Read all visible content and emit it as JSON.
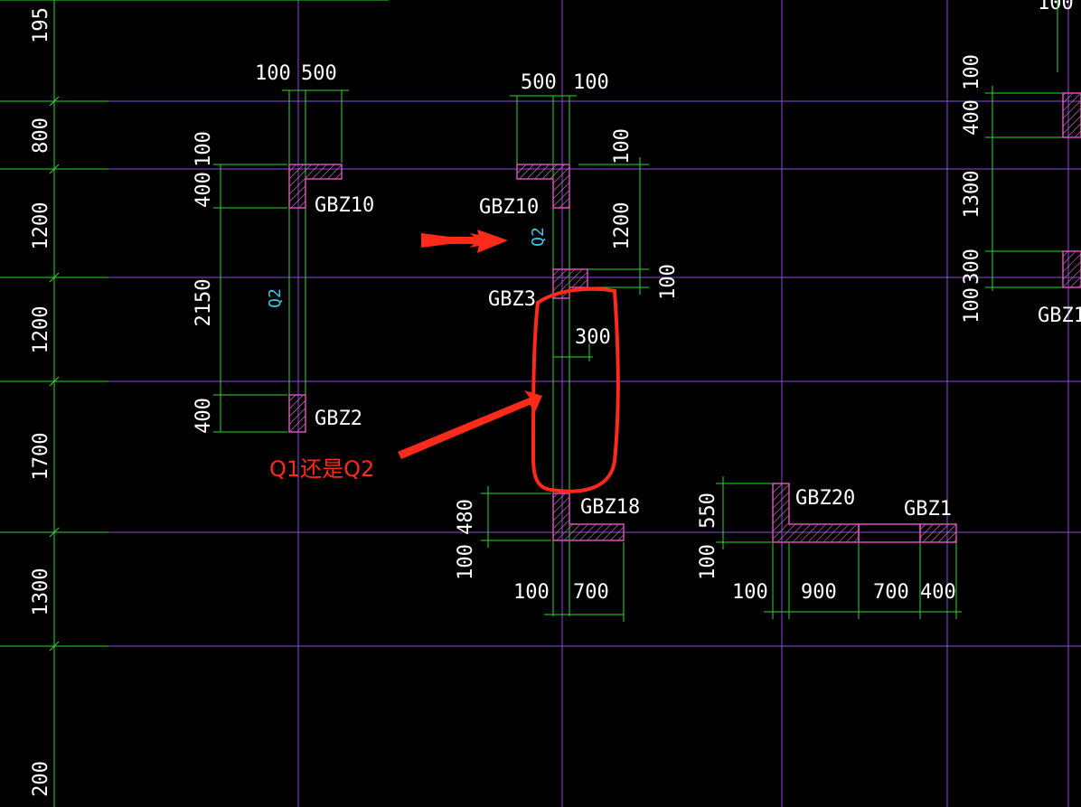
{
  "colors": {
    "background": "#000000",
    "axis_line": "#8a4cd8",
    "dimension_line": "#2fd62f",
    "column_outline": "#d84fb8",
    "wall_label": "#3ec8e8",
    "markup": "#ff2a1a",
    "text": "#ffffff"
  },
  "left_dimensions": [
    "195",
    "800",
    "1200",
    "1200",
    "1700",
    "1300",
    "200"
  ],
  "top_right_dimension": "100",
  "column_left": {
    "label_top": "GBZ10",
    "label_bottom": "GBZ2",
    "wall": "Q2",
    "dims": [
      "100",
      "500",
      "100",
      "400",
      "2150",
      "400"
    ]
  },
  "column_center": {
    "label_top": "GBZ10",
    "label_mid": "GBZ3",
    "label_bottom": "GBZ18",
    "wall": "Q2",
    "dims": [
      "500",
      "100",
      "100",
      "1200",
      "100",
      "300",
      "480",
      "100",
      "100",
      "700"
    ]
  },
  "column_right": {
    "label_left": "GBZ20",
    "label_right": "GBZ1",
    "dims": [
      "550",
      "100",
      "100",
      "900",
      "700",
      "400"
    ]
  },
  "column_far_right": {
    "label": "GBZ1",
    "dims": [
      "100",
      "400",
      "1300",
      "300",
      "100"
    ]
  },
  "annotation": {
    "question": "Q1还是Q2"
  }
}
